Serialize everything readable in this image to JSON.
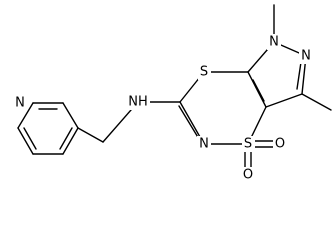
{
  "molecule": {
    "atoms": {
      "pyridine_n": "N",
      "amine": "NH",
      "thio_s": "S",
      "pyrazole_n1": "N",
      "pyrazole_n2": "N",
      "ring_n": "N",
      "sulfonyl_s": "S",
      "oxo_a": "O",
      "oxo_b": "O"
    }
  }
}
